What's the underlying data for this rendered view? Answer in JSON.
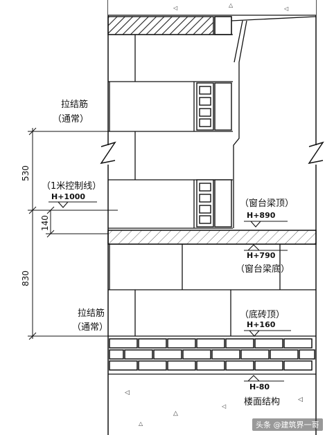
{
  "labels": {
    "tie_bar_top": "拉结筋",
    "tie_bar_top_sub": "（通常）",
    "control_line": "（1米控制线）",
    "control_line_elev": "H+1000",
    "sill_top": "（窗台梁顶）",
    "sill_top_elev": "H+890",
    "sill_bottom_elev": "H+790",
    "sill_bottom": "（窗台梁底）",
    "tie_bar_bottom": "拉结筋",
    "tie_bar_bottom_sub": "（通常）",
    "brick_top": "（底砖顶）",
    "brick_top_elev": "H+160",
    "floor_elev": "H-80",
    "floor_struct": "楼面结构",
    "watermark": "头条 @建筑界一哥"
  },
  "dimensions": {
    "d530": "530",
    "d140": "140",
    "d830": "830"
  },
  "colors": {
    "line": "#111111",
    "concrete_bg": "#ffffff",
    "hatch": "#222222"
  }
}
